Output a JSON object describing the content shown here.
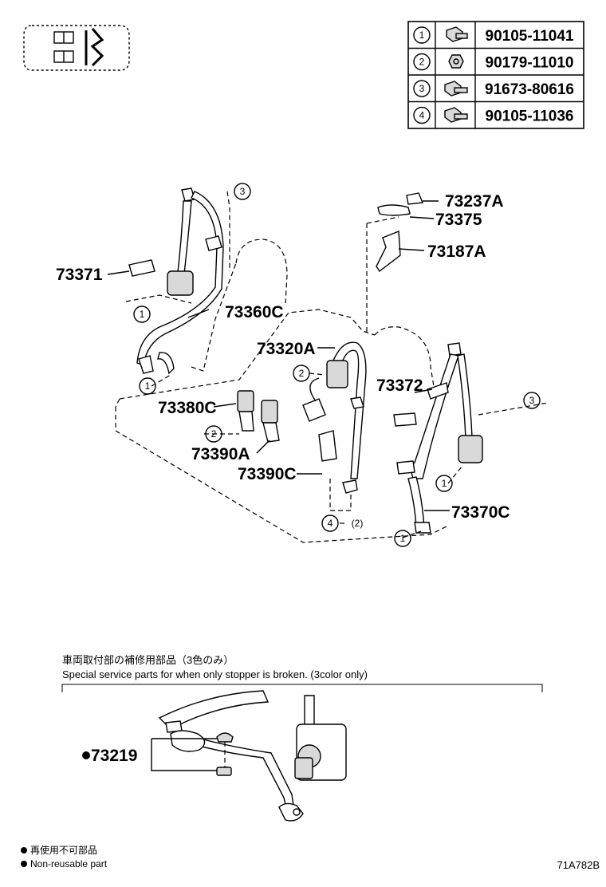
{
  "fastener_table": [
    {
      "ref": "1",
      "part_no": "90105-11041",
      "icon": "flange-bolt-icon"
    },
    {
      "ref": "2",
      "part_no": "90179-11010",
      "icon": "hex-nut-icon"
    },
    {
      "ref": "3",
      "part_no": "91673-80616",
      "icon": "flange-bolt-icon"
    },
    {
      "ref": "4",
      "part_no": "90105-11036",
      "icon": "flange-bolt-icon"
    }
  ],
  "part_labels": {
    "p73371": "73371",
    "p73360C": "73360C",
    "p73237A": "73237A",
    "p73375": "73375",
    "p73187A": "73187A",
    "p73320A": "73320A",
    "p73372": "73372",
    "p73380C": "73380C",
    "p73390A": "73390A",
    "p73390C": "73390C",
    "p73370C": "73370C",
    "p73219": "73219"
  },
  "callouts": {
    "c1a": "1",
    "c1b": "1",
    "c1c": "1",
    "c1d": "1",
    "c2a": "2",
    "c2b": "2",
    "c3a": "3",
    "c3b": "3",
    "c4": "4",
    "c4_qty": "(2)"
  },
  "special_note": {
    "jp": "車両取付部の補修用部品（3色のみ）",
    "en": "Special service parts for when only stopper is broken. (3color only)"
  },
  "legend": {
    "jp": "再使用不可部品",
    "en": "Non-reusable part"
  },
  "diagram_code": "71A782B"
}
